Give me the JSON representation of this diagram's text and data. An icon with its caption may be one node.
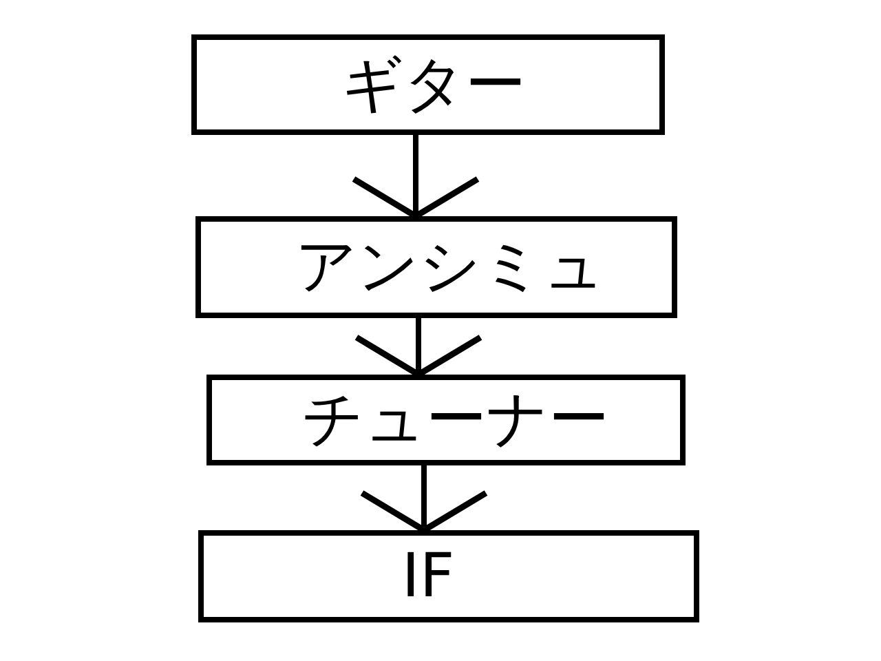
{
  "diagram": {
    "nodes": [
      {
        "text": [
          "ギター"
        ]
      },
      {
        "text": [
          "アンシミュ"
        ]
      },
      {
        "text": [
          "チューナー"
        ]
      },
      {
        "text": [
          "IF"
        ]
      }
    ],
    "edges": [
      {
        "from": 0,
        "to": 1,
        "arrow": "to"
      },
      {
        "from": 1,
        "to": 2,
        "arrow": "to"
      },
      {
        "from": 2,
        "to": 3,
        "arrow": "to"
      }
    ]
  }
}
